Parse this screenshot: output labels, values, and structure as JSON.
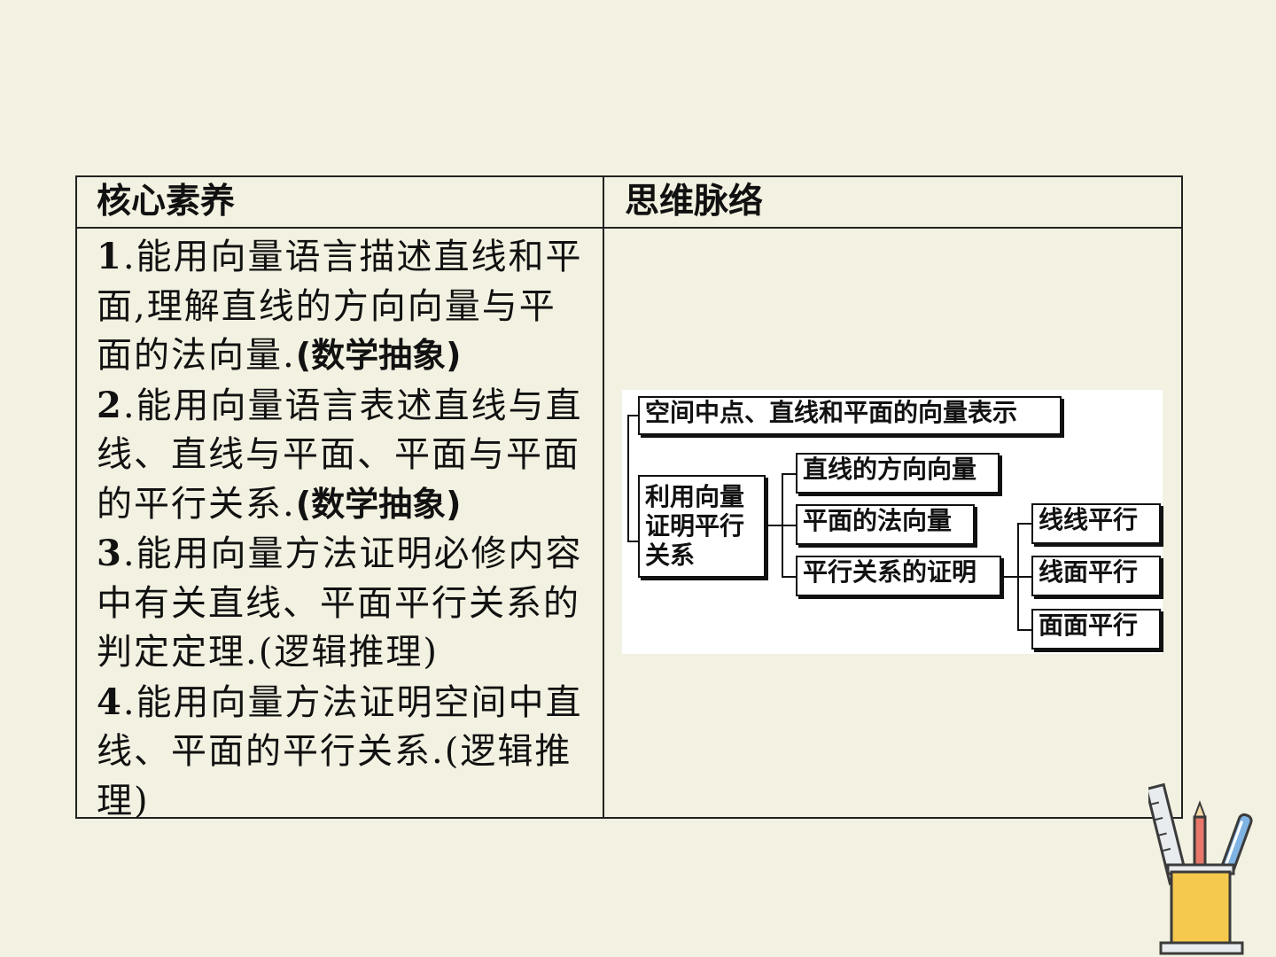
{
  "table": {
    "headers": {
      "left": "核心素养",
      "right": "思维脉络"
    },
    "items": [
      {
        "num": "1",
        "text": ".能用向量语言描述直线和平面,理解直线的方向向量与平面的法向量.",
        "tag": "(数学抽象)",
        "tag_bold": true
      },
      {
        "num": "2",
        "text": ".能用向量语言表述直线与直线、直线与平面、平面与平面的平行关系.",
        "tag": "(数学抽象)",
        "tag_bold": true
      },
      {
        "num": "3",
        "text": ".能用向量方法证明必修内容中有关直线、平面平行关系的判定定理.",
        "tag": "(逻辑推理)",
        "tag_bold": false
      },
      {
        "num": "4",
        "text": ".能用向量方法证明空间中直线、平面的平行关系.",
        "tag": "(逻辑推理)",
        "tag_bold": false
      }
    ]
  },
  "diagram": {
    "top": "空间中点、直线和平面的向量表示",
    "root": "利用向量证明平行关系",
    "mid": [
      "直线的方向向量",
      "平面的法向量",
      "平行关系的证明"
    ],
    "leaf": [
      "线线平行",
      "线面平行",
      "面面平行"
    ]
  },
  "decoration": {
    "icon": "pencil-holder-icon"
  }
}
